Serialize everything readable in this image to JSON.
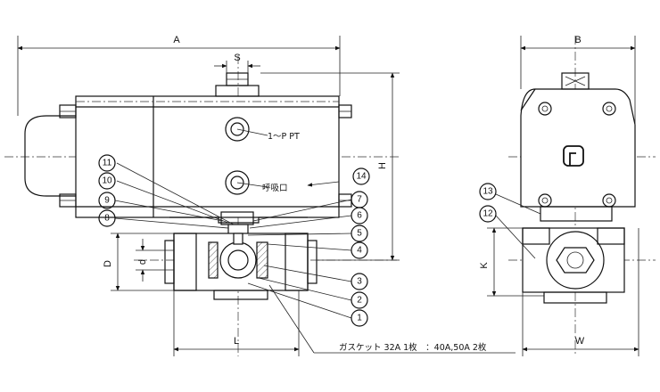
{
  "dimensions": {
    "A": "A",
    "S": "S",
    "H": "H",
    "D": "D",
    "d": "d",
    "L": "L",
    "B": "B",
    "K": "K",
    "W": "W"
  },
  "labels": {
    "port": "1～P PT",
    "breather": "呼吸口",
    "gasket_note": "ガスケット 32A 1枚　：40A,50A 2枚"
  },
  "callouts": [
    "1",
    "2",
    "3",
    "4",
    "5",
    "6",
    "7",
    "8",
    "9",
    "10",
    "11",
    "12",
    "13",
    "14"
  ]
}
